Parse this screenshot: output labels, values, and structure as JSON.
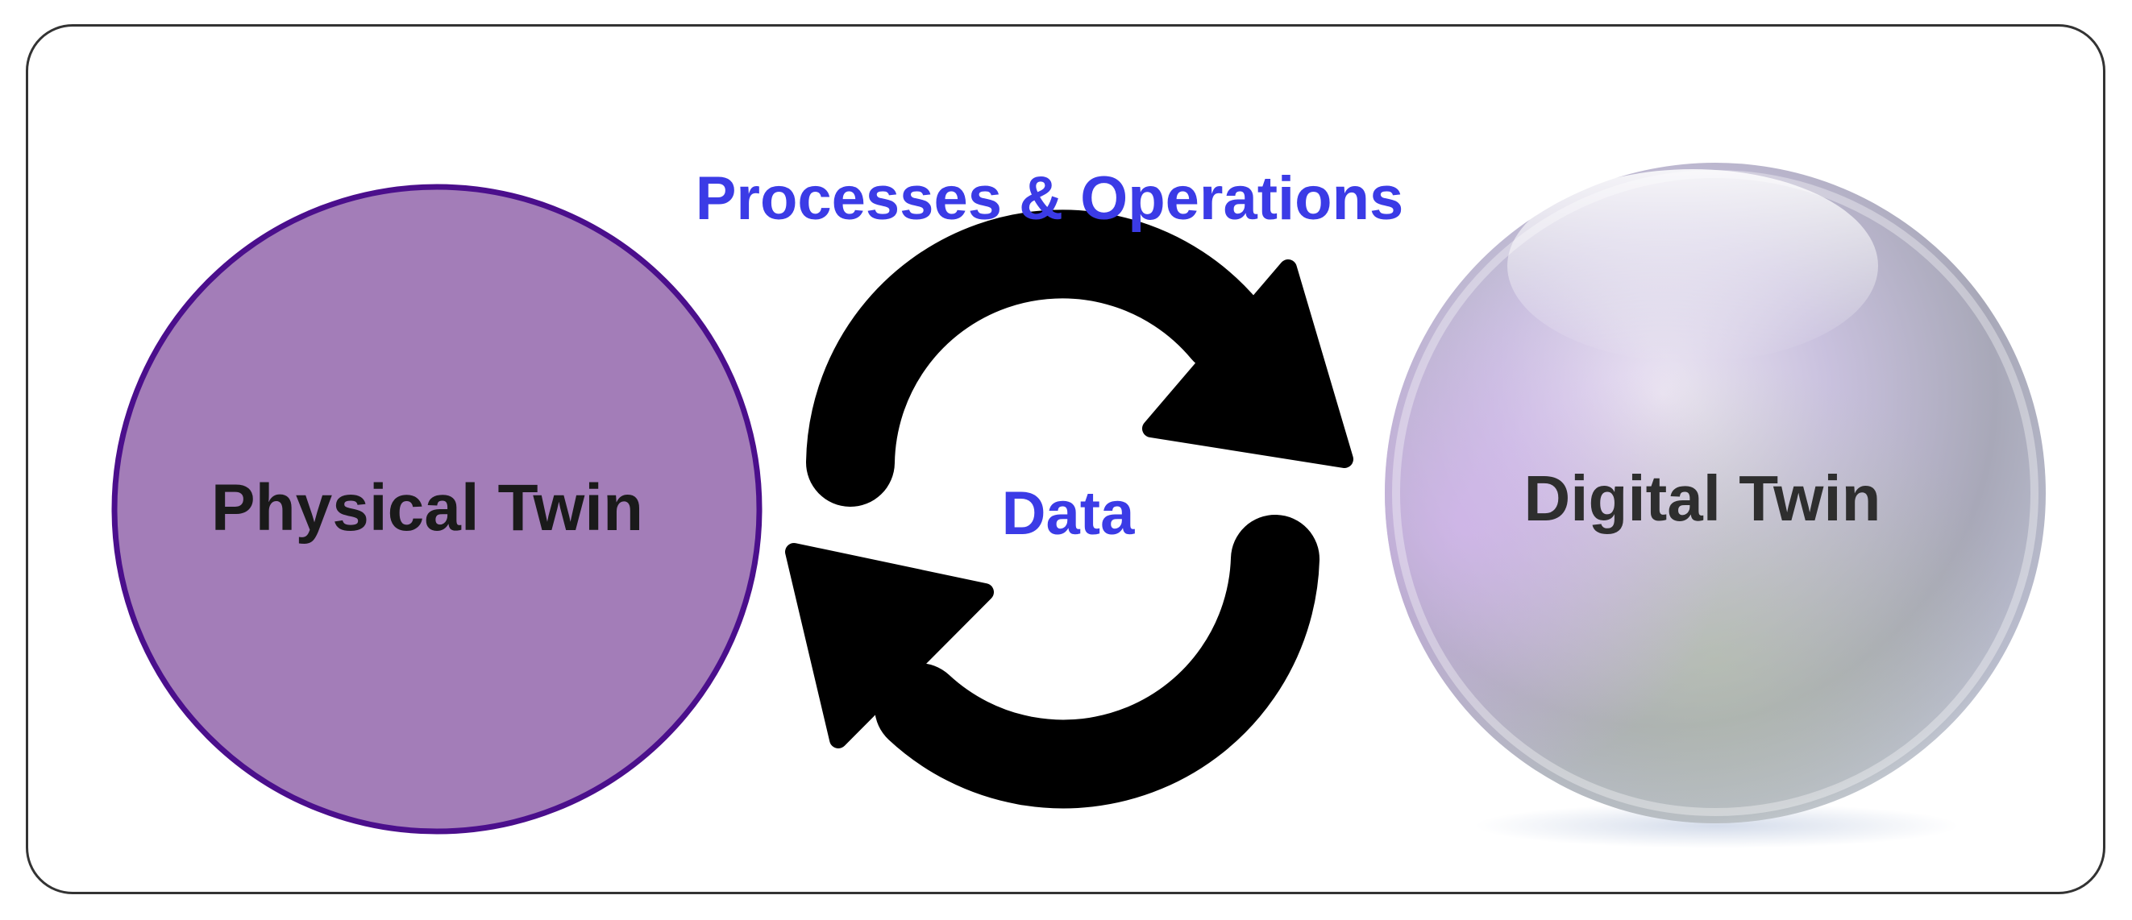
{
  "diagram": {
    "top_label": "Processes & Operations",
    "center_label": "Data",
    "left_node": "Physical Twin",
    "right_node": "Digital Twin"
  },
  "colors": {
    "label_blue": "#3b3be6",
    "physical_fill": "#a37db8",
    "physical_stroke": "#4b0f8c",
    "arrow": "#000000",
    "text_dark": "#1a1a1a",
    "digital_text": "#2e2e2e"
  },
  "icons": {
    "cycle": "refresh-arrows-icon"
  }
}
